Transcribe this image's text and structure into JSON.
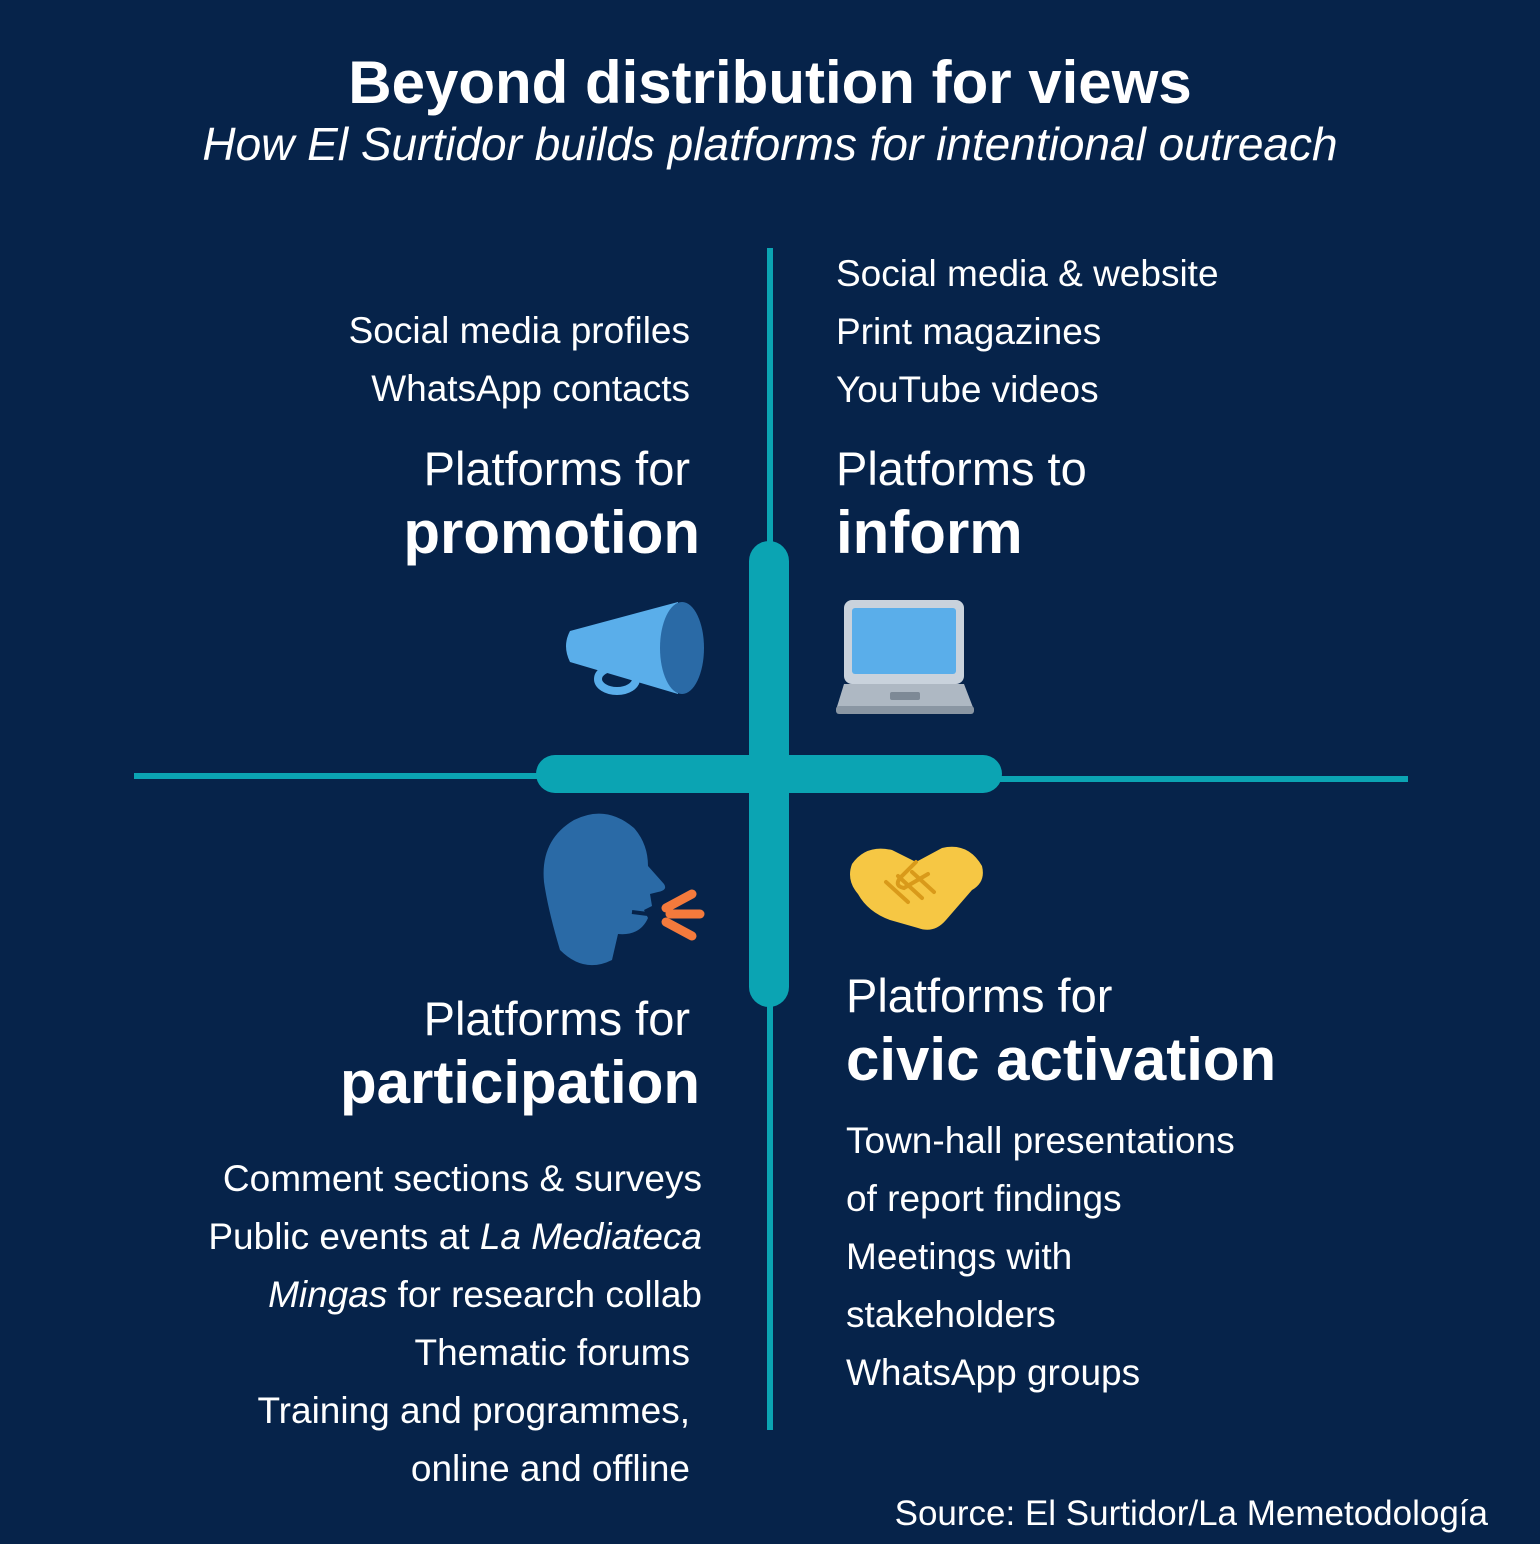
{
  "title": "Beyond distribution for views",
  "subtitle": "How El Surtidor builds platforms for intentional outreach",
  "quadrants": {
    "promotion": {
      "lead": "Platforms for",
      "key": "promotion",
      "items": [
        "Social media profiles",
        "WhatsApp contacts"
      ],
      "icon": "megaphone-icon"
    },
    "inform": {
      "lead": "Platforms to",
      "key": "inform",
      "items": [
        "Social media & website",
        "Print magazines",
        "YouTube videos"
      ],
      "icon": "laptop-icon"
    },
    "participation": {
      "lead": "Platforms for",
      "key": "participation",
      "items": [
        {
          "italic": "",
          "text": "Comment sections & surveys"
        },
        {
          "text": "Public events at ",
          "italic": "La Mediateca"
        },
        {
          "italic": "Mingas",
          "text": " for research collab"
        },
        {
          "italic": "",
          "text": "Thematic forums"
        },
        {
          "italic": "",
          "text": "Training and programmes,"
        },
        {
          "italic": "",
          "text": "online and offline"
        }
      ],
      "icon": "speaking-head-icon"
    },
    "civic": {
      "lead": "Platforms for",
      "key": "civic activation",
      "items": [
        "Town-hall presentations",
        "of report findings",
        "Meetings with",
        "stakeholders",
        "WhatsApp groups"
      ],
      "icon": "handshake-icon"
    }
  },
  "source": "Source: El Surtidor/La Memetodología",
  "colors": {
    "background": "#06234a",
    "axis": "#0ba4b3",
    "text": "#ffffff",
    "icon_blue": "#5aaeea",
    "icon_dark_blue": "#2a6aa6",
    "accent_orange": "#f47a3c",
    "handshake_yellow": "#f6c744"
  }
}
